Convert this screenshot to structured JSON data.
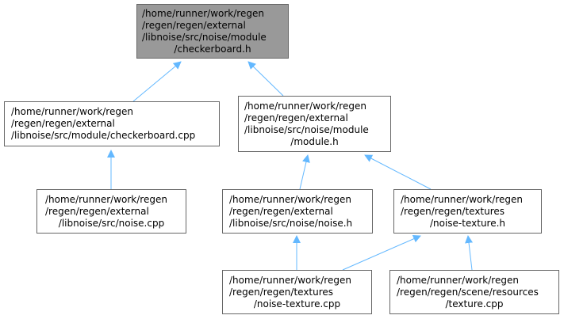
{
  "colors": {
    "edge": "#63b8ff",
    "border": "#666666",
    "root_fill": "#999999",
    "node_fill": "#ffffff"
  },
  "nodes": {
    "checkerboard_h": {
      "lines": [
        "/home/runner/work/regen",
        "/regen/regen/external",
        "/libnoise/src/noise/module",
        "/checkerboard.h"
      ]
    },
    "checkerboard_cpp": {
      "lines": [
        "/home/runner/work/regen",
        "/regen/regen/external",
        "/libnoise/src/module/checkerboard.cpp"
      ]
    },
    "module_h": {
      "lines": [
        "/home/runner/work/regen",
        "/regen/regen/external",
        "/libnoise/src/noise/module",
        "/module.h"
      ]
    },
    "noise_cpp": {
      "lines": [
        "/home/runner/work/regen",
        "/regen/regen/external",
        "/libnoise/src/noise.cpp"
      ]
    },
    "noise_h": {
      "lines": [
        "/home/runner/work/regen",
        "/regen/regen/external",
        "/libnoise/src/noise/noise.h"
      ]
    },
    "noise_texture_h": {
      "lines": [
        "/home/runner/work/regen",
        "/regen/regen/textures",
        "/noise-texture.h"
      ]
    },
    "noise_texture_cpp": {
      "lines": [
        "/home/runner/work/regen",
        "/regen/regen/textures",
        "/noise-texture.cpp"
      ]
    },
    "texture_cpp": {
      "lines": [
        "/home/runner/work/regen",
        "/regen/regen/scene/resources",
        "/texture.cpp"
      ]
    }
  }
}
